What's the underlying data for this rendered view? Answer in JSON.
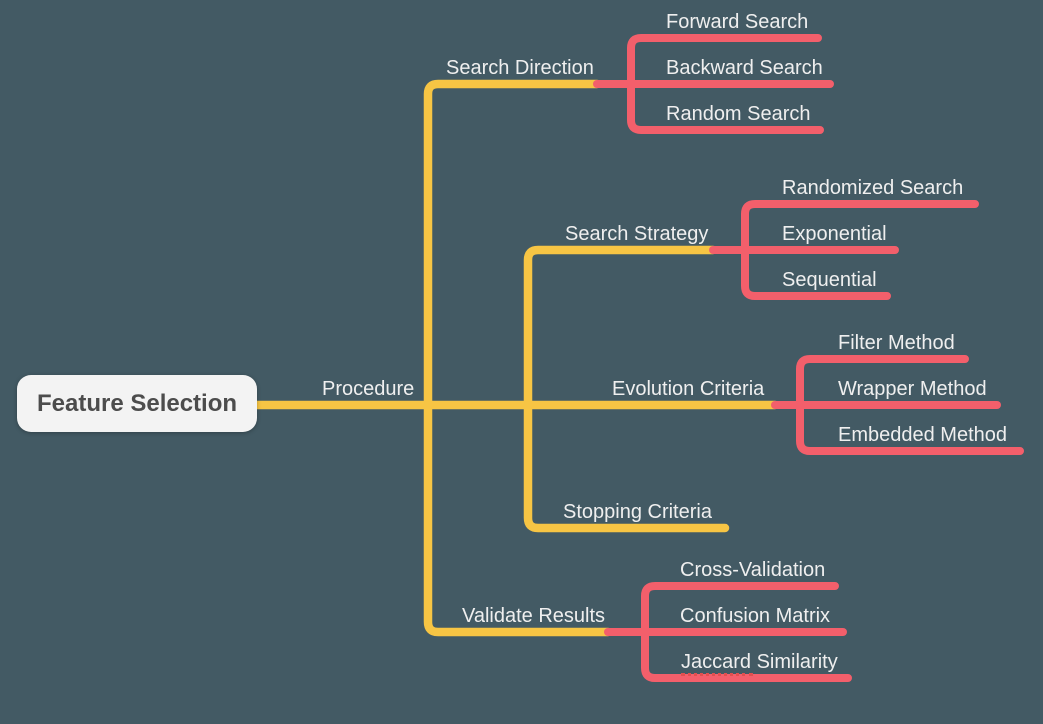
{
  "colors": {
    "background": "#435A64",
    "branch_yellow": "#F7C544",
    "branch_red": "#F35F6B",
    "label_text": "#EFEFEF",
    "root_background": "#F3F3F3",
    "root_text": "#4C4C4C",
    "spellcheck_red": "#E04F4F"
  },
  "mindmap": {
    "root": {
      "label": "Feature Selection"
    },
    "level1": {
      "label": "Procedure"
    },
    "branches": [
      {
        "label": "Search Direction",
        "children": [
          "Forward Search",
          "Backward Search",
          "Random Search"
        ]
      },
      {
        "label": "Search Strategy",
        "children": [
          "Randomized Search",
          "Exponential",
          "Sequential"
        ]
      },
      {
        "label": "Evolution Criteria",
        "children": [
          "Filter Method",
          "Wrapper Method",
          "Embedded Method"
        ]
      },
      {
        "label": "Stopping Criteria",
        "children": []
      },
      {
        "label": "Validate Results",
        "children": [
          "Cross-Validation",
          "Confusion Matrix",
          "Jaccard Similarity"
        ]
      }
    ]
  }
}
